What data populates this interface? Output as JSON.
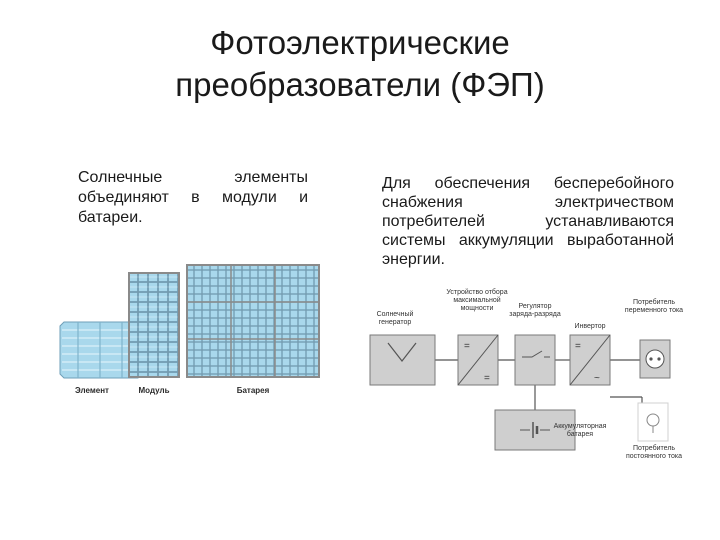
{
  "title": {
    "line1": "Фотоэлектрические",
    "line2": "преобразователи (ФЭП)"
  },
  "left_text": "Солнечные элементы объединяют в модули и батареи.",
  "right_text": "Для обеспечения бесперебойного снабжения электричеством потребителей устанавливаются системы аккумуляции выработанной энергии.",
  "solar_figure": {
    "captions": {
      "element": "Элемент",
      "module": "Модуль",
      "battery": "Батарея"
    },
    "colors": {
      "cell": "#a9d8ec",
      "cell_border": "#6f9fb8",
      "frame": "#8a8a8a"
    }
  },
  "system_diagram": {
    "labels": {
      "generator": "Солнечный генератор",
      "mppt": "Устройство отбора максимальной мощности",
      "charge_regulator": "Регулятор заряда-разряда",
      "inverter": "Инвертор",
      "ac_consumer": "Потребитель переменного тока",
      "accumulator": "Аккумуляторная батарея",
      "dc_consumer": "Потребитель постоянного тока"
    },
    "colors": {
      "block": "#cfcfcf",
      "block_border": "#7a7a7a",
      "line": "#555555"
    }
  }
}
